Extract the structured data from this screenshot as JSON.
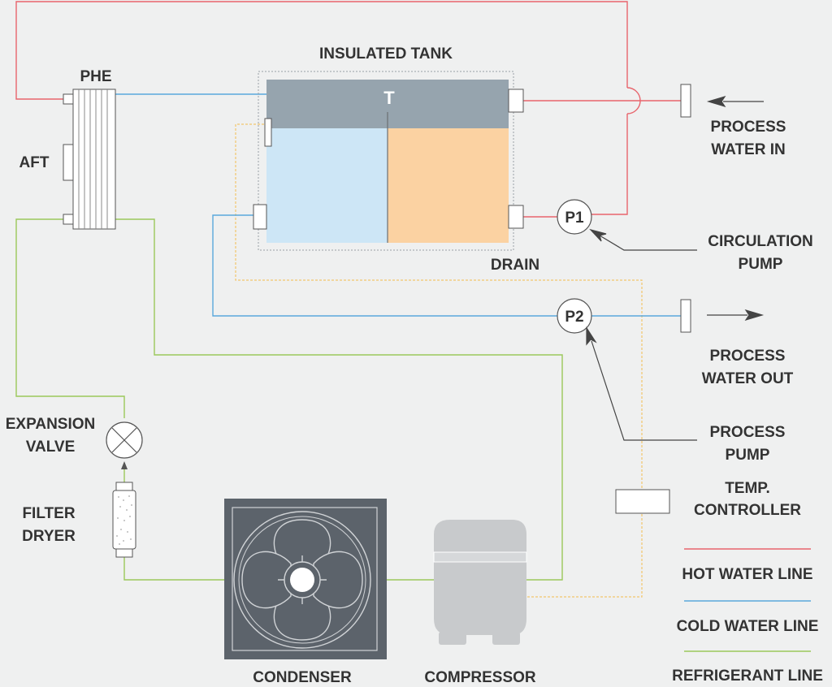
{
  "labels": {
    "tank": "INSULATED TANK",
    "phe": "PHE",
    "aft": "AFT",
    "tank_sensor": "T",
    "drain": "DRAIN",
    "expansion_valve_1": "EXPANSION",
    "expansion_valve_2": "VALVE",
    "filter_dryer_1": "FILTER",
    "filter_dryer_2": "DRYER",
    "condenser": "CONDENSER",
    "compressor": "COMPRESSOR",
    "pump1": "P1",
    "pump2": "P2",
    "process_water_in_1": "PROCESS",
    "process_water_in_2": "WATER IN",
    "circulation_pump_1": "CIRCULATION",
    "circulation_pump_2": "PUMP",
    "process_water_out_1": "PROCESS",
    "process_water_out_2": "WATER OUT",
    "process_pump_1": "PROCESS",
    "process_pump_2": "PUMP",
    "temp_controller_1": "TEMP.",
    "temp_controller_2": "CONTROLLER"
  },
  "legend": [
    {
      "label": "HOT WATER LINE",
      "color": "#e8646c"
    },
    {
      "label": "COLD WATER LINE",
      "color": "#5aa8dc"
    },
    {
      "label": "REFRIGERANT LINE",
      "color": "#9cc85a"
    }
  ],
  "colors": {
    "hot_line": "#e8646c",
    "cold_line": "#5aa8dc",
    "refrigerant_line": "#9cc85a",
    "signal_line": "#f2c66c",
    "tank_top": "#96a4ae",
    "tank_cold": "#cde6f6",
    "tank_hot": "#fbd2a2",
    "equipment_dark": "#5c636b",
    "compressor_body": "#c8cacc"
  }
}
